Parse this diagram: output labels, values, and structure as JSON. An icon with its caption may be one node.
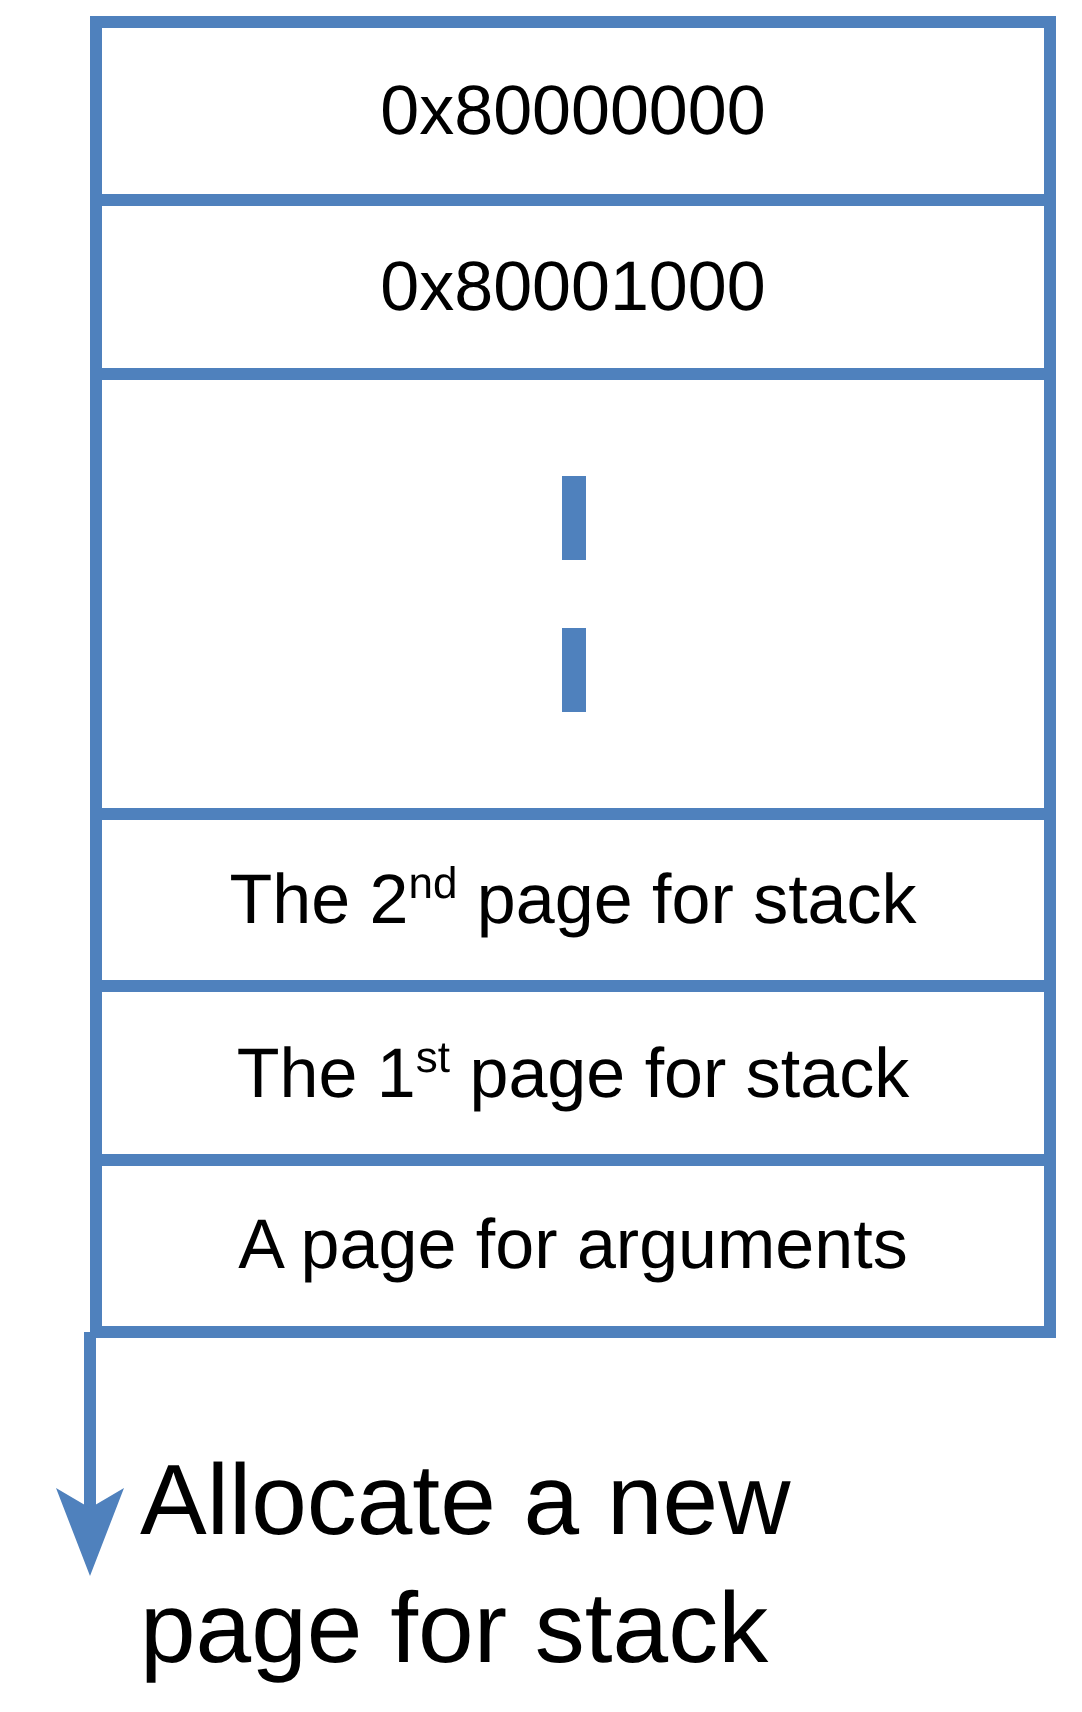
{
  "diagram": {
    "nodes": [
      {
        "text": [
          "0x80000000"
        ]
      },
      {
        "text": [
          "0x80001000"
        ]
      },
      {
        "text": [],
        "shape": "box"
      },
      {
        "text": [
          "The 2$^{nd}$ page for stack"
        ]
      },
      {
        "text": [
          "The 1$^{st}$ page for stack"
        ]
      },
      {
        "text": [
          "A page for arguments"
        ]
      }
    ],
    "edges": [],
    "labels": [
      "Allocate a new page for stack"
    ]
  }
}
